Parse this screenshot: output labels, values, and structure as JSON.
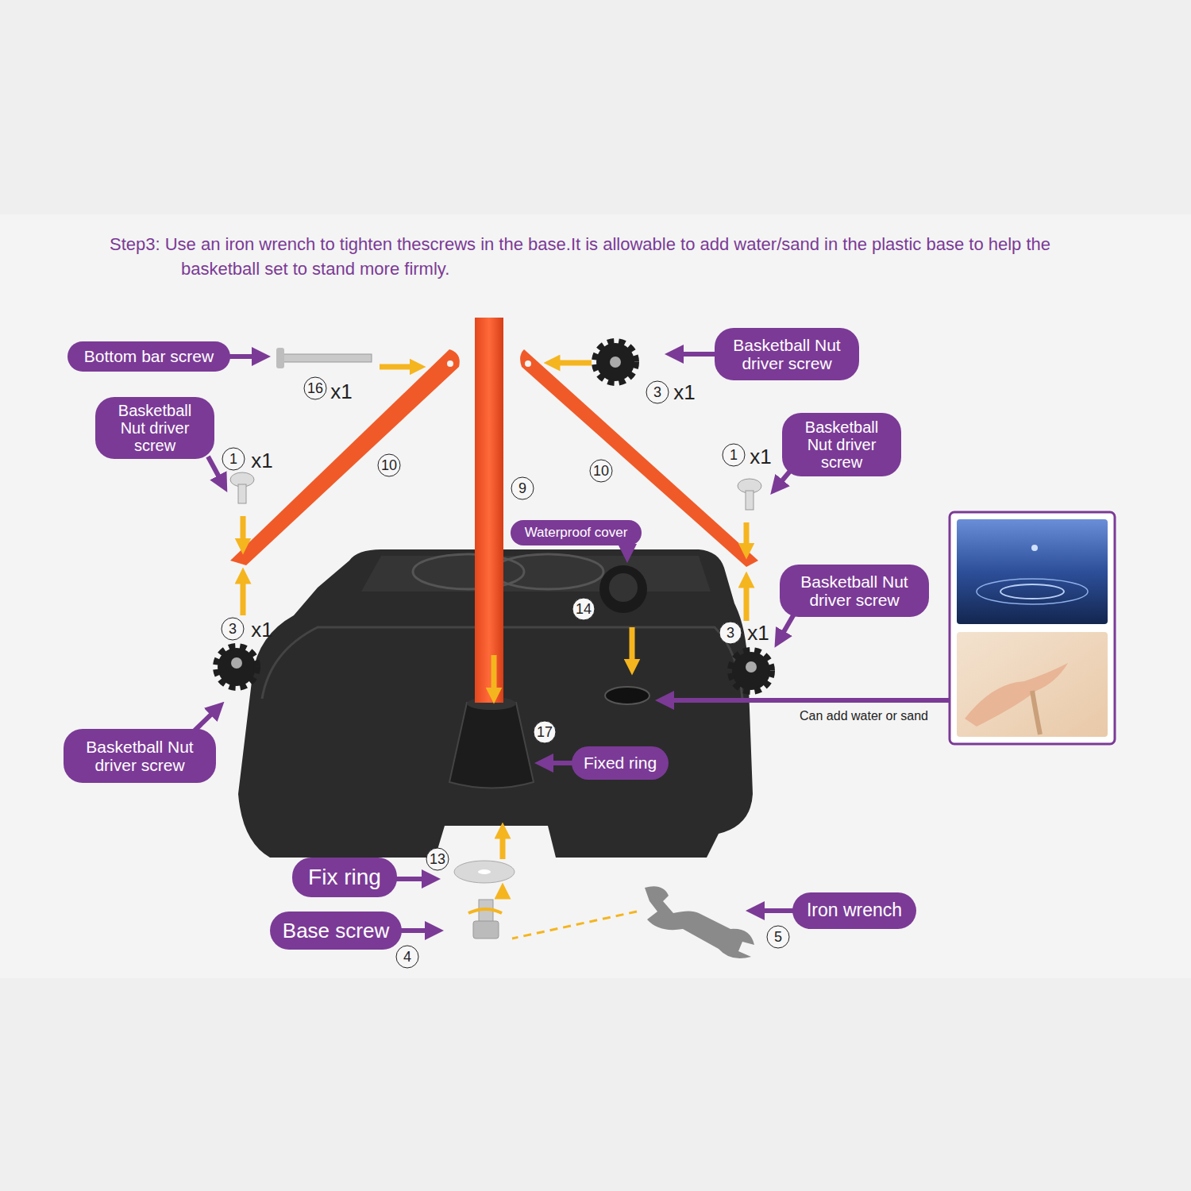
{
  "diagram": {
    "title": "Step3: Use an iron wrench to tighten thescrews in the base.It is allowable to add water/sand in the plastic base to help the basketball set to stand more firmly.",
    "nodes": [
      {
        "text": [
          "Bottom bar screw"
        ]
      },
      {
        "text": [
          "Basketball Nut driver screw"
        ]
      },
      {
        "text": [
          "Basketball Nut driver screw"
        ]
      },
      {
        "text": [
          "Basketball Nut driver screw"
        ]
      },
      {
        "text": [
          "Waterproof cover"
        ]
      },
      {
        "text": [
          "Basketball Nut driver screw"
        ]
      },
      {
        "text": [
          "Basketball Nut driver screw"
        ]
      },
      {
        "text": [
          "Fixed ring"
        ]
      },
      {
        "text": [
          "Fix ring"
        ]
      },
      {
        "text": [
          "Iron wrench"
        ]
      },
      {
        "text": [
          "Base screw"
        ]
      }
    ],
    "labels": [
      "16",
      "x1",
      "3",
      "x1",
      "1",
      "x1",
      "10",
      "9",
      "10",
      "1",
      "x1",
      "3",
      "x1",
      "14",
      "3",
      "x1",
      "17",
      "Can add water or sand",
      "13",
      "4",
      "5"
    ]
  }
}
